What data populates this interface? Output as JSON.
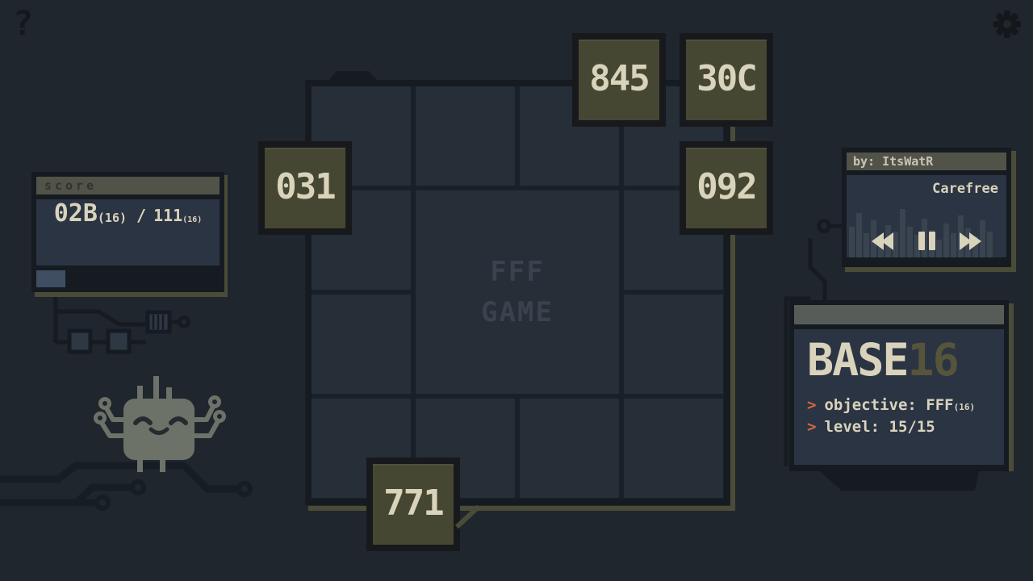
{
  "app": {
    "help_icon": "?",
    "settings_icon": "gear"
  },
  "board": {
    "center_title": {
      "line1": "FFF",
      "line2": "GAME"
    },
    "tiles": [
      {
        "value": "031"
      },
      {
        "value": "845"
      },
      {
        "value": "30C"
      },
      {
        "value": "092"
      },
      {
        "value": "771"
      }
    ]
  },
  "score_panel": {
    "label": "score",
    "current": "02B",
    "current_base": "(16)",
    "separator": "/",
    "target": "111",
    "target_base": "(16)",
    "progress_fraction": 0.16
  },
  "music_player": {
    "byline": "by: ItsWatR",
    "track": "Carefree",
    "equalizer": [
      38,
      55,
      30,
      46,
      24,
      40,
      32,
      60,
      38,
      28,
      48,
      34,
      22,
      42,
      30,
      52,
      36,
      26,
      46,
      32
    ],
    "controls": [
      "rewind",
      "pause",
      "forward"
    ]
  },
  "info_panel": {
    "title": "BASE",
    "title_suffix": "16",
    "objective_prompt": ">",
    "objective_label": "objective: FFF",
    "objective_base": "(16)",
    "level_prompt": ">",
    "level_label": "level: 15/15"
  },
  "colors": {
    "background": "#20262e",
    "cell": "#262e38",
    "tile": "#464732",
    "tile_text": "#d9d3bc",
    "panel_body": "#2b3442",
    "panel_border": "#161b22",
    "header_bar": "#515348",
    "accent_olive": "#4b4c37",
    "prompt_orange": "#d4683f",
    "progress_fill": "#3f4e63",
    "center_title_text": "#3a424e"
  }
}
